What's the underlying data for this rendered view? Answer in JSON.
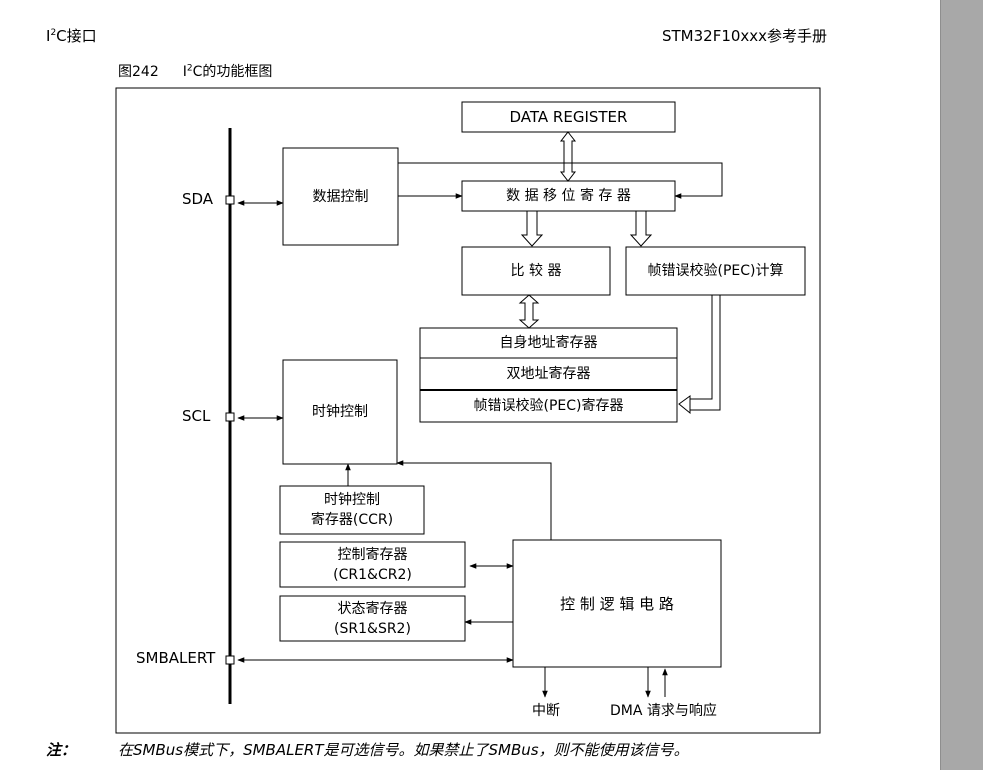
{
  "header": {
    "section_pre": "I",
    "section_sup": "2",
    "section_post": "C接口",
    "manual_title": "STM32F10xxx参考手册"
  },
  "figure": {
    "number": "图242",
    "title_pre": "I",
    "title_sup": "2",
    "title_post": "C的功能框图"
  },
  "pins": {
    "sda": "SDA",
    "scl": "SCL",
    "smbalert": "SMBALERT"
  },
  "blocks": {
    "data_register": "DATA REGISTER",
    "data_control": "数据控制",
    "shift_register": "数 据 移 位 寄 存 器",
    "comparator": "比 较 器",
    "pec_calc": "帧错误校验(PEC)计算",
    "own_address_register": "自身地址寄存器",
    "dual_address_register": "双地址寄存器",
    "pec_register": "帧错误校验(PEC)寄存器",
    "clock_control": "时钟控制",
    "clock_control_register": "时钟控制\n寄存器(CCR)",
    "control_register": "控制寄存器\n(CR1&CR2)",
    "status_register": "状态寄存器\n(SR1&SR2)",
    "control_logic": "控 制 逻 辑 电 路"
  },
  "outputs": {
    "interrupt": "中断",
    "dma": "DMA 请求与响应"
  },
  "note": {
    "label": "注：",
    "text": "在SMBus模式下，SMBALERT是可选信号。如果禁止了SMBus，则不能使用该信号。"
  }
}
